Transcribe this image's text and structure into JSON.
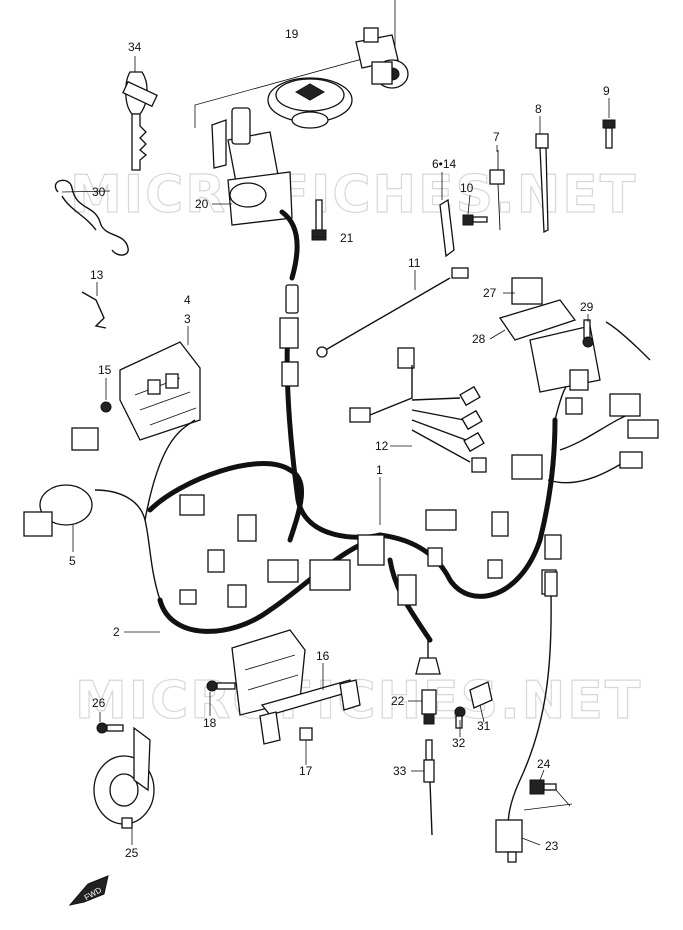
{
  "watermark": "MICROFICHES.NET",
  "orientation_marker": "FWD",
  "callouts": [
    {
      "id": "c34",
      "text": "34"
    },
    {
      "id": "c19",
      "text": "19"
    },
    {
      "id": "c9",
      "text": "9"
    },
    {
      "id": "c8",
      "text": "8"
    },
    {
      "id": "c7",
      "text": "7"
    },
    {
      "id": "c614",
      "text": "6•14"
    },
    {
      "id": "c10",
      "text": "10"
    },
    {
      "id": "c30",
      "text": "30"
    },
    {
      "id": "c20",
      "text": "20"
    },
    {
      "id": "c21",
      "text": "21"
    },
    {
      "id": "c13",
      "text": "13"
    },
    {
      "id": "c11",
      "text": "11"
    },
    {
      "id": "c4",
      "text": "4"
    },
    {
      "id": "c3",
      "text": "3"
    },
    {
      "id": "c27",
      "text": "27"
    },
    {
      "id": "c29",
      "text": "29"
    },
    {
      "id": "c28",
      "text": "28"
    },
    {
      "id": "c15",
      "text": "15"
    },
    {
      "id": "c12",
      "text": "12"
    },
    {
      "id": "c1",
      "text": "1"
    },
    {
      "id": "c5",
      "text": "5"
    },
    {
      "id": "c2",
      "text": "2"
    },
    {
      "id": "c16",
      "text": "16"
    },
    {
      "id": "c26",
      "text": "26"
    },
    {
      "id": "c18",
      "text": "18"
    },
    {
      "id": "c22",
      "text": "22"
    },
    {
      "id": "c31",
      "text": "31"
    },
    {
      "id": "c32",
      "text": "32"
    },
    {
      "id": "c17",
      "text": "17"
    },
    {
      "id": "c33",
      "text": "33"
    },
    {
      "id": "c24",
      "text": "24"
    },
    {
      "id": "c25",
      "text": "25"
    },
    {
      "id": "c23",
      "text": "23"
    }
  ]
}
